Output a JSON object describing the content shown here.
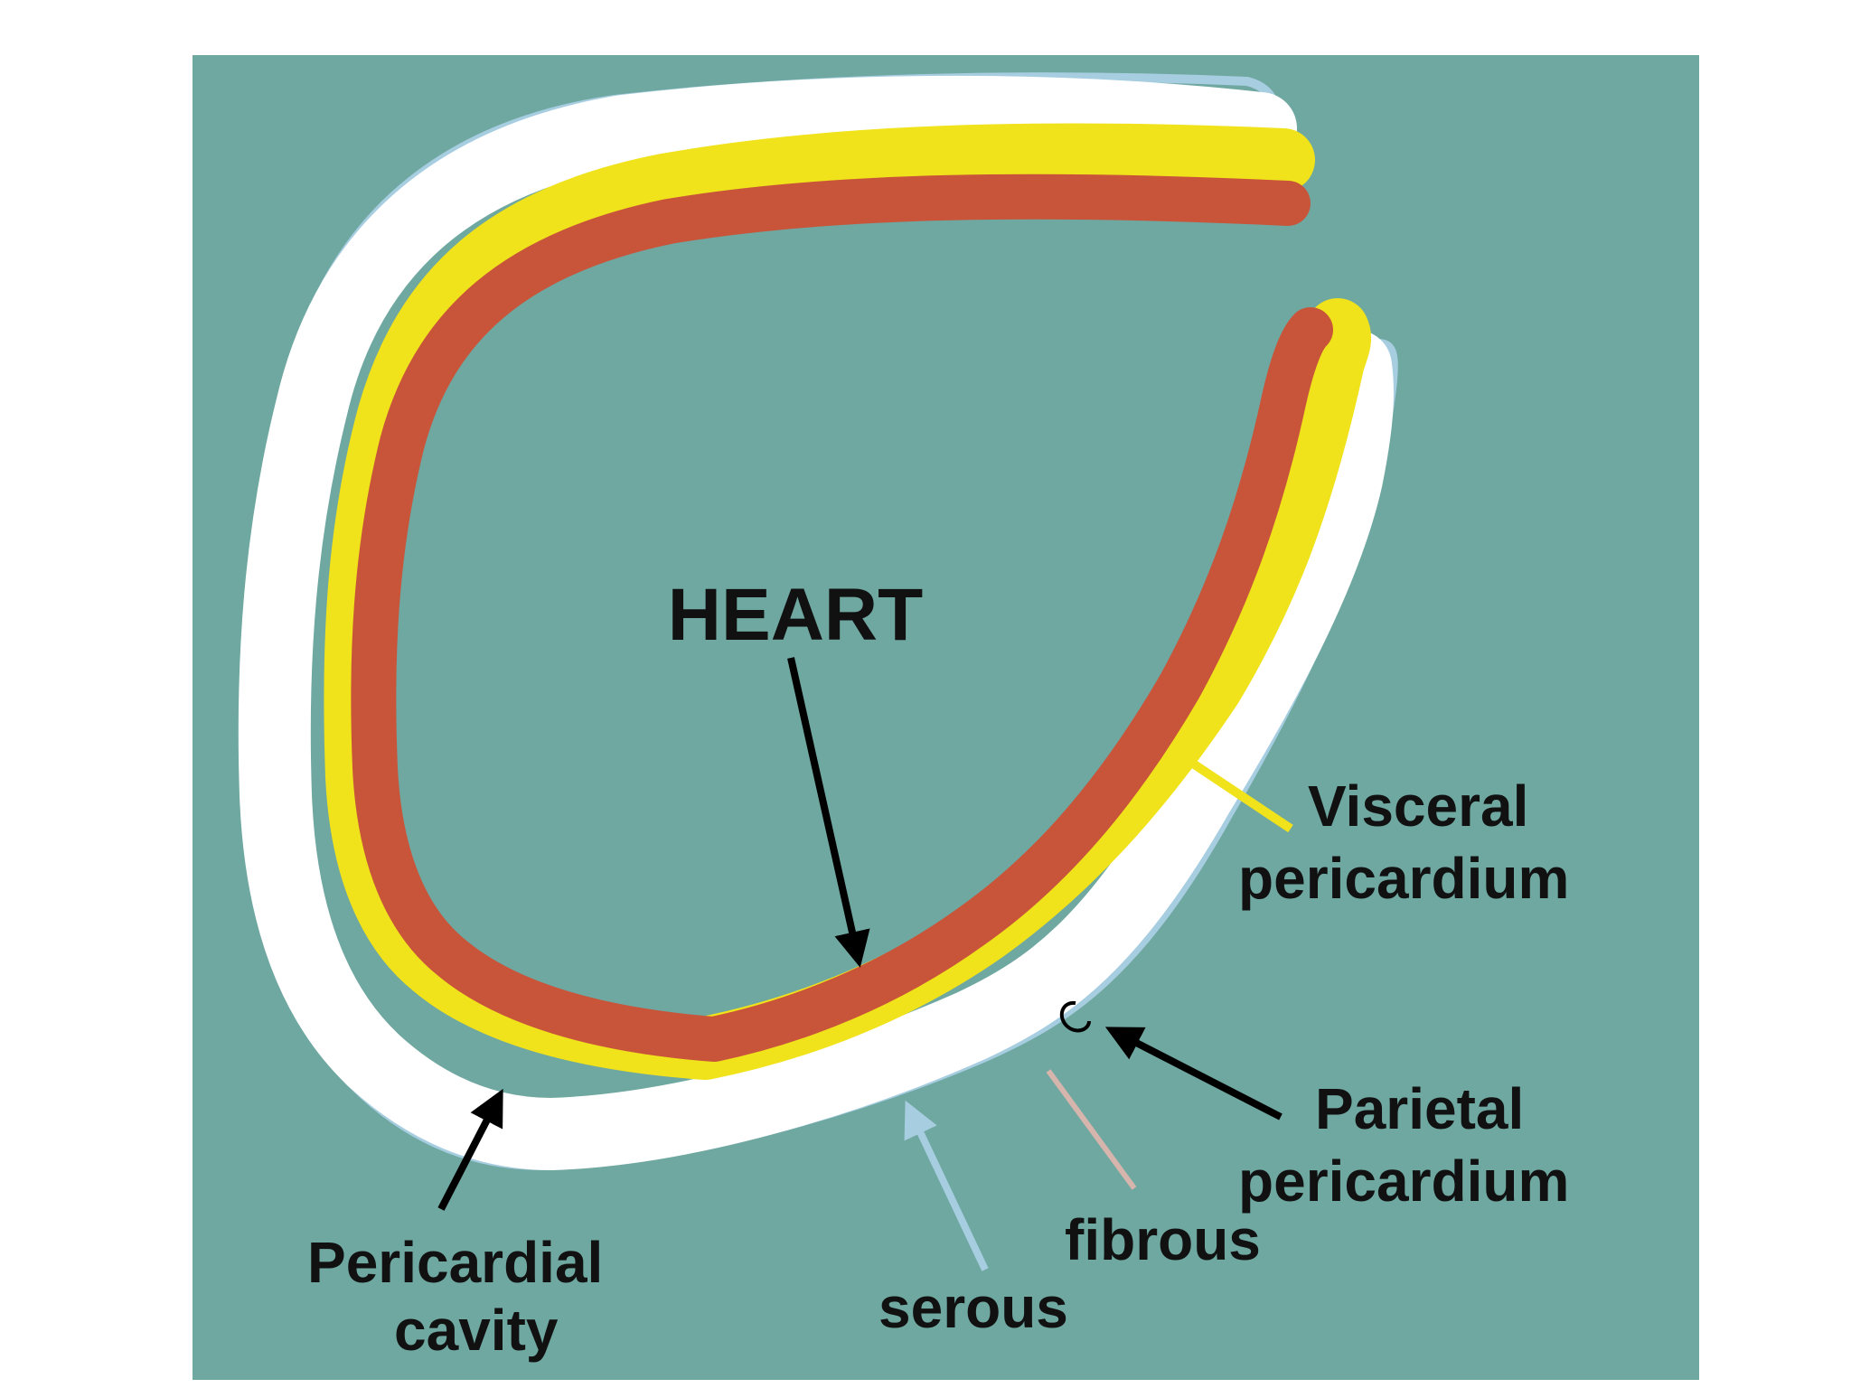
{
  "labels": {
    "heart": "HEART",
    "visceral_line1": "Visceral",
    "visceral_line2": "pericardium",
    "parietal_line1": "Parietal",
    "parietal_line2": "pericardium",
    "fibrous": "fibrous",
    "serous": "serous",
    "cavity_line1": "Pericardial",
    "cavity_line2": "cavity"
  },
  "colors": {
    "background": "#6fa7a1",
    "fibrous_layer": "#ffffff",
    "serous_outline": "#a6cde0",
    "visceral_layer": "#f0e21b",
    "heart_wall": "#c8553a",
    "arrow_black": "#000000",
    "arrow_yellow": "#f0e21b",
    "arrow_serous": "#a6cde0",
    "arrow_fibrous": "#d6b5ad"
  }
}
